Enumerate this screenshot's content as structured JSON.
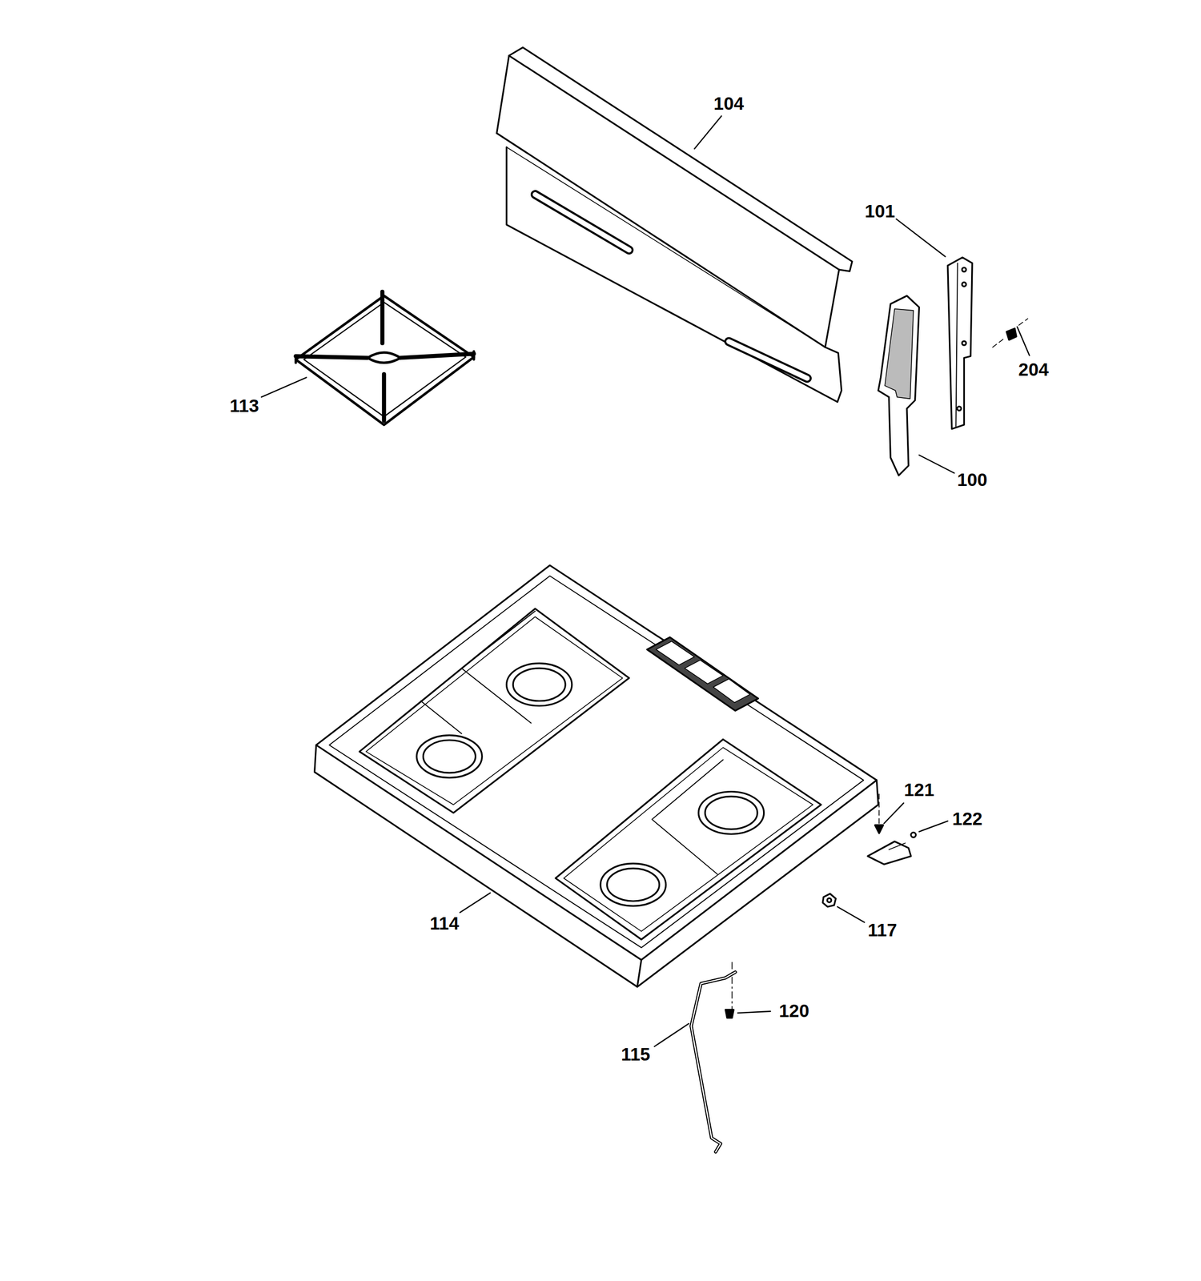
{
  "diagram": {
    "labels": [
      "104",
      "101",
      "204",
      "113",
      "100",
      "121",
      "122",
      "114",
      "117",
      "120",
      "115"
    ]
  }
}
